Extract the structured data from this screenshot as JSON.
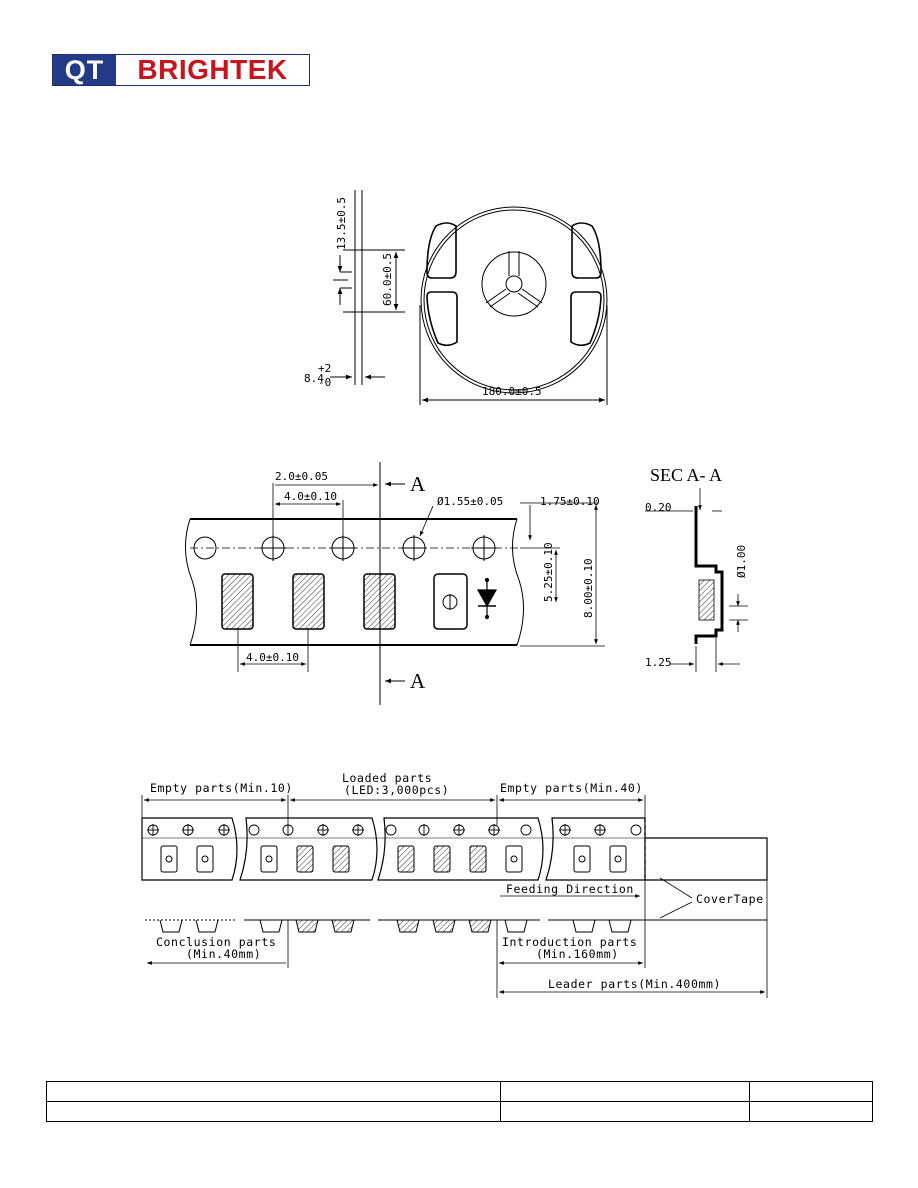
{
  "logo": {
    "part1": "QT",
    "part2": "BRIGHTEK"
  },
  "reel": {
    "dim_flange_thickness": "13.5±0.5",
    "dim_hub_diameter": "60.0±0.5",
    "dim_tape_width_base": "8.4",
    "dim_tape_width_plus": "+2",
    "dim_tape_width_minus": "-0",
    "dim_reel_diameter": "180.0±0.5"
  },
  "tape": {
    "dim_pitch_half": "2.0±0.05",
    "dim_hole_pitch": "4.0±0.10",
    "dim_hole_diameter": "Ø1.55±0.05",
    "dim_edge_offset": "1.75±0.10",
    "dim_center_offset": "5.25±0.10",
    "dim_tape_width": "8.00±0.10",
    "dim_part_pitch": "4.0±0.10",
    "section_marker": "A"
  },
  "section": {
    "title": "SEC A- A",
    "dim_thickness": "0.20",
    "dim_pocket_diameter": "Ø1.00",
    "dim_depth": "1.25"
  },
  "leader": {
    "empty_left": "Empty parts(Min.10)",
    "loaded_line1": "Loaded parts",
    "loaded_line2": "(LED:3,000pcs)",
    "empty_right": "Empty parts(Min.40)",
    "feeding": "Feeding Direction",
    "cover_tape": "CoverTape",
    "conclusion_line1": "Conclusion parts",
    "conclusion_line2": "(Min.40mm)",
    "introduction_line1": "Introduction parts",
    "introduction_line2": "(Min.160mm)",
    "leader_parts": "Leader parts(Min.400mm)"
  }
}
